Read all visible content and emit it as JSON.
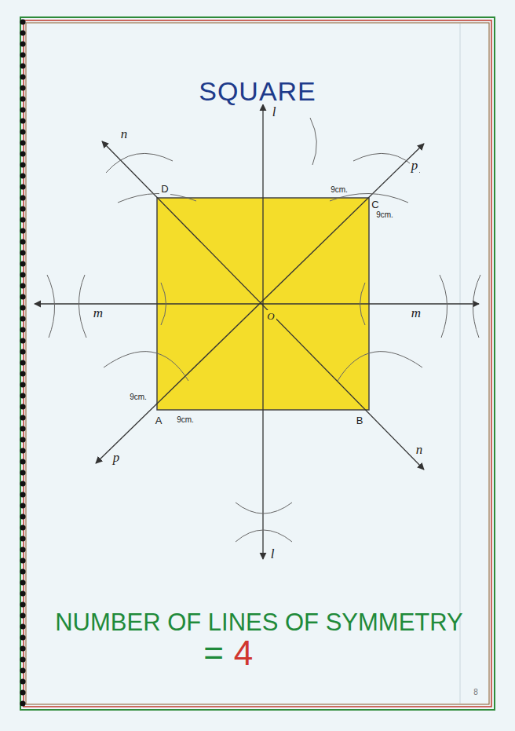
{
  "diagram": {
    "title": "SQUARE",
    "caption": "NUMBER OF LINES OF SYMMETRY",
    "labels": [
      "l",
      "l",
      "m",
      "m",
      "n",
      "n",
      "p",
      "p",
      "D",
      "C",
      "A",
      "B",
      "O",
      "9cm.",
      "9cm.",
      "9cm.",
      "9cm.",
      "=",
      "4",
      "8"
    ]
  }
}
